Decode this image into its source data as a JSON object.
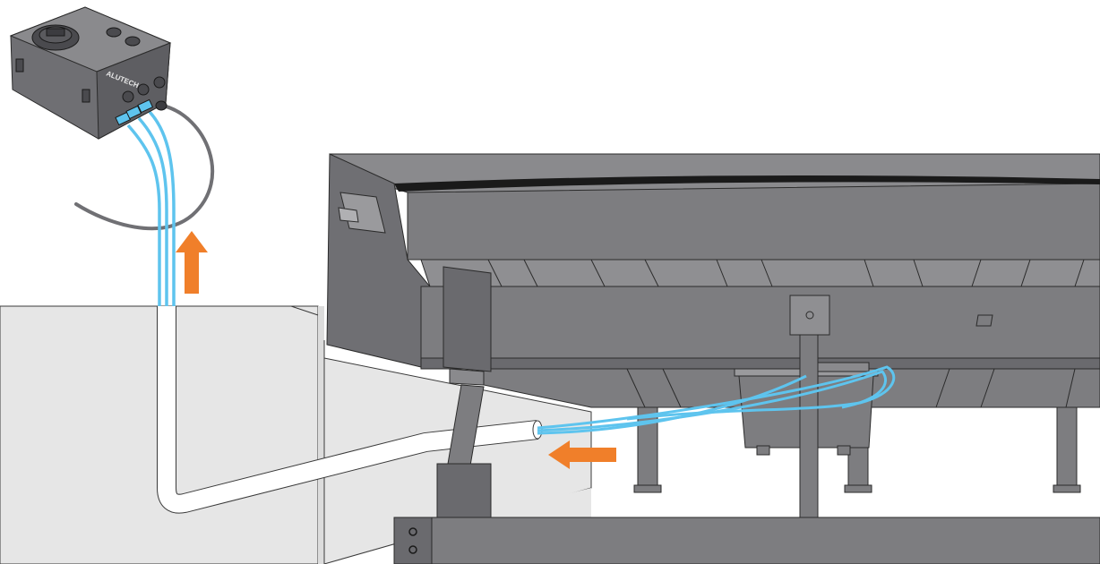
{
  "control_box": {
    "brand_label": "ALUTECH"
  },
  "arrows": {
    "up": {
      "direction": "up",
      "color": "#f07f2a"
    },
    "left": {
      "direction": "left",
      "color": "#f07f2a"
    }
  },
  "colors": {
    "cable_blue": "#5ec4ee",
    "wall_fill": "#e6e6e6",
    "dock_fill": "#7d7d80",
    "dock_dark": "#5a5a5e",
    "outline": "#2b2b2b",
    "conduit": "#ffffff"
  }
}
